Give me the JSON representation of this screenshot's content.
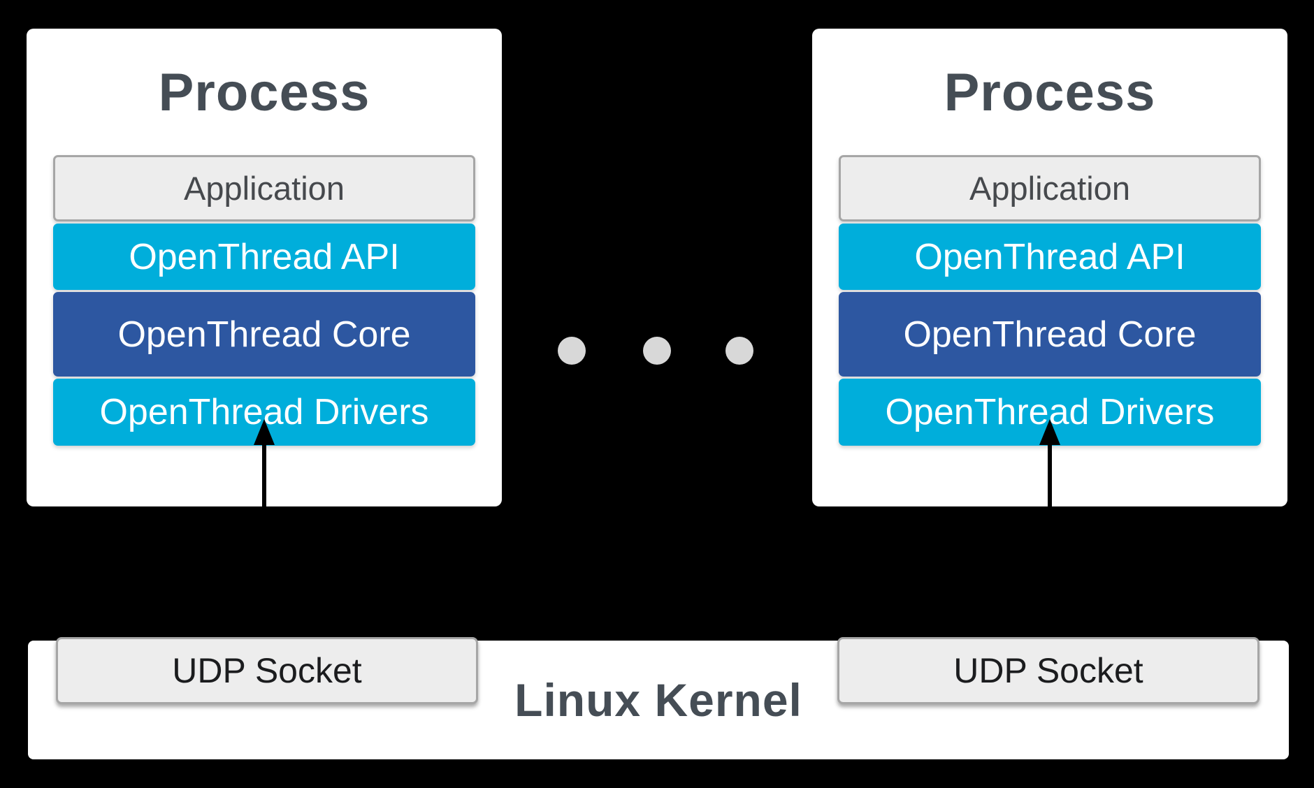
{
  "colors": {
    "background": "#000000",
    "panel": "#FFFFFF",
    "cyan": "#00AEDB",
    "blue": "#2D57A1",
    "gray_fill": "#EDEDED",
    "gray_border": "#A6A6A6",
    "dot": "#D8D8D8",
    "title_text": "#454D55",
    "app_text": "#46494D",
    "udp_text": "#1B1C1E",
    "layer_text": "#FFFFFF",
    "arrow": "#000000"
  },
  "processes": [
    {
      "title": "Process",
      "layers": [
        {
          "label": "Application"
        },
        {
          "label": "OpenThread API"
        },
        {
          "label": "OpenThread Core"
        },
        {
          "label": "OpenThread Drivers"
        }
      ]
    },
    {
      "title": "Process",
      "layers": [
        {
          "label": "Application"
        },
        {
          "label": "OpenThread API"
        },
        {
          "label": "OpenThread Core"
        },
        {
          "label": "OpenThread Drivers"
        }
      ]
    }
  ],
  "kernel": {
    "label": "Linux Kernel",
    "sockets": [
      "UDP Socket",
      "UDP Socket"
    ]
  }
}
